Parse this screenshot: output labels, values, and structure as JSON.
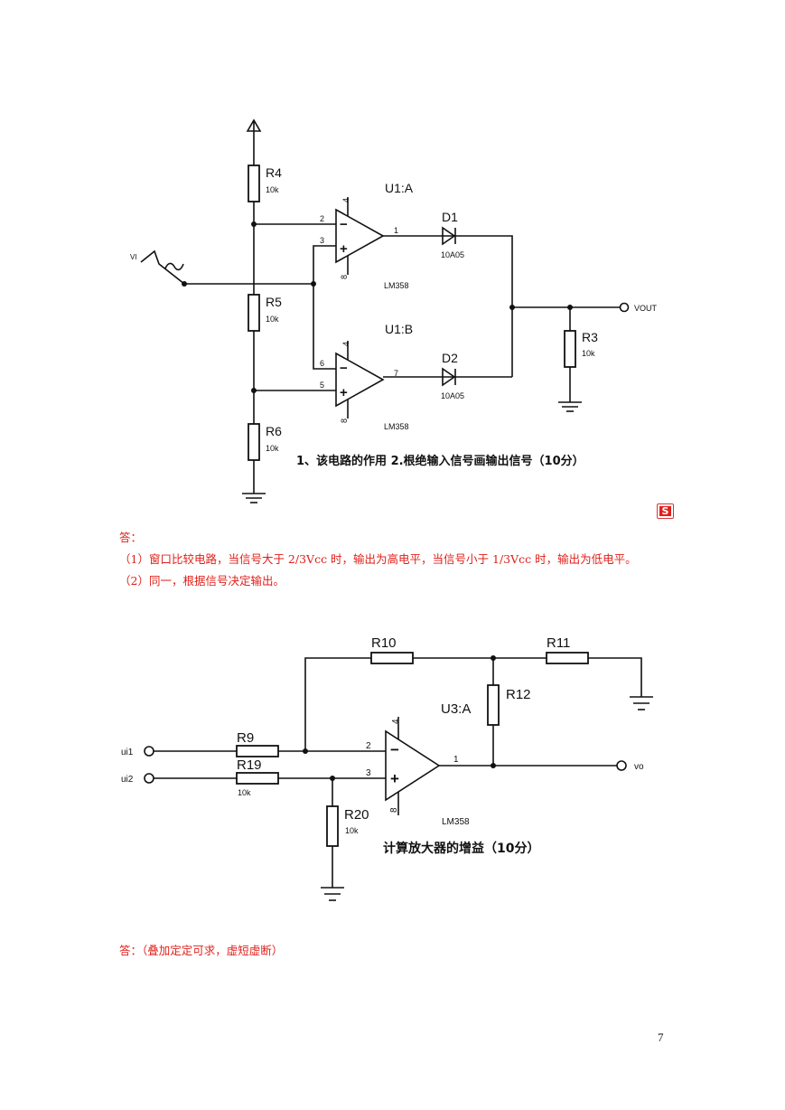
{
  "circuit1": {
    "labels": {
      "r4": "R4",
      "r4_val": "10k",
      "r5": "R5",
      "r5_val": "10k",
      "r6": "R6",
      "r6_val": "10k",
      "r3": "R3",
      "r3_val": "10k",
      "u1a": "U1:A",
      "u1b": "U1:B",
      "d1": "D1",
      "d1_val": "10A05",
      "d2": "D2",
      "d2_val": "10A05",
      "lm358_a": "LM358",
      "lm358_b": "LM358",
      "vi": "VI",
      "vout": "VOUT",
      "pin_a_minus": "2",
      "pin_a_plus": "3",
      "pin_a_out": "1",
      "pin_a_top": "4",
      "pin_a_bot": "8",
      "pin_b_minus": "6",
      "pin_b_plus": "5",
      "pin_b_out": "7",
      "pin_b_top": "4",
      "pin_b_bot": "8",
      "minus": "−",
      "plus": "+"
    },
    "question": "1、该电路的作用 2.根绝输入信号画输出信号（10分）"
  },
  "answer1": {
    "heading": "答：",
    "line1": "（1）窗口比较电路，当信号大于 2/3Vcc 时，输出为高电平，当信号小于 1/3Vcc 时，输出为低电平。",
    "line2": "（2）同一，根据信号决定输出。"
  },
  "circuit2": {
    "labels": {
      "r9": "R9",
      "r19": "R19",
      "r19_val": "10k",
      "r10": "R10",
      "r11": "R11",
      "r12": "R12",
      "r20": "R20",
      "r20_val": "10k",
      "u3a": "U3:A",
      "lm358": "LM358",
      "ui1": "ui1",
      "ui2": "ui2",
      "vo": "vo",
      "pin_minus": "2",
      "pin_plus": "3",
      "pin_out": "1",
      "pin_top": "4",
      "pin_bot": "8",
      "minus": "−",
      "plus": "+"
    },
    "question": "计算放大器的增益（10分）"
  },
  "answer2": {
    "text": "答：（叠加定定可求，虚短虚断）"
  },
  "logo_letter": "S",
  "page_number": "7"
}
